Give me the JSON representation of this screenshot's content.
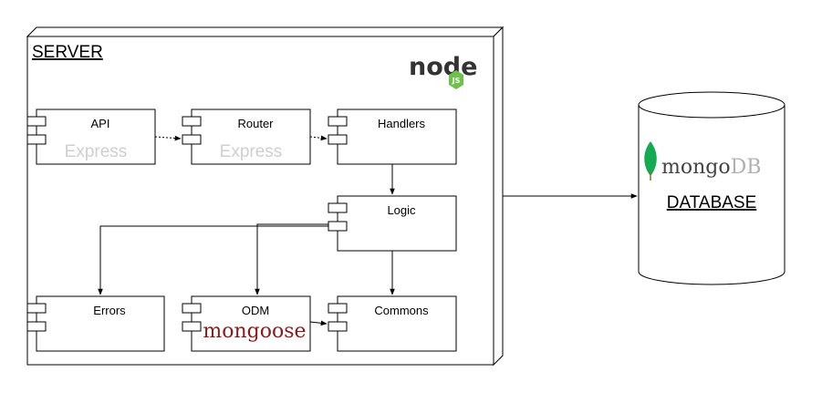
{
  "server": {
    "title": "SERVER",
    "logo_text": "node",
    "logo_badge": "JS"
  },
  "components": {
    "api": {
      "label": "API",
      "tech": "Express"
    },
    "router": {
      "label": "Router",
      "tech": "Express"
    },
    "handlers": {
      "label": "Handlers"
    },
    "logic": {
      "label": "Logic"
    },
    "errors": {
      "label": "Errors"
    },
    "odm": {
      "label": "ODM",
      "tech": "mongoose"
    },
    "commons": {
      "label": "Commons"
    }
  },
  "database": {
    "title": "DATABASE",
    "logo_mongo": "mongo",
    "logo_db": "DB"
  },
  "colors": {
    "mongoose": "#8b1a1a",
    "mongo_green": "#13aa52",
    "node_dark": "#333333",
    "node_green": "#6cc24a"
  }
}
